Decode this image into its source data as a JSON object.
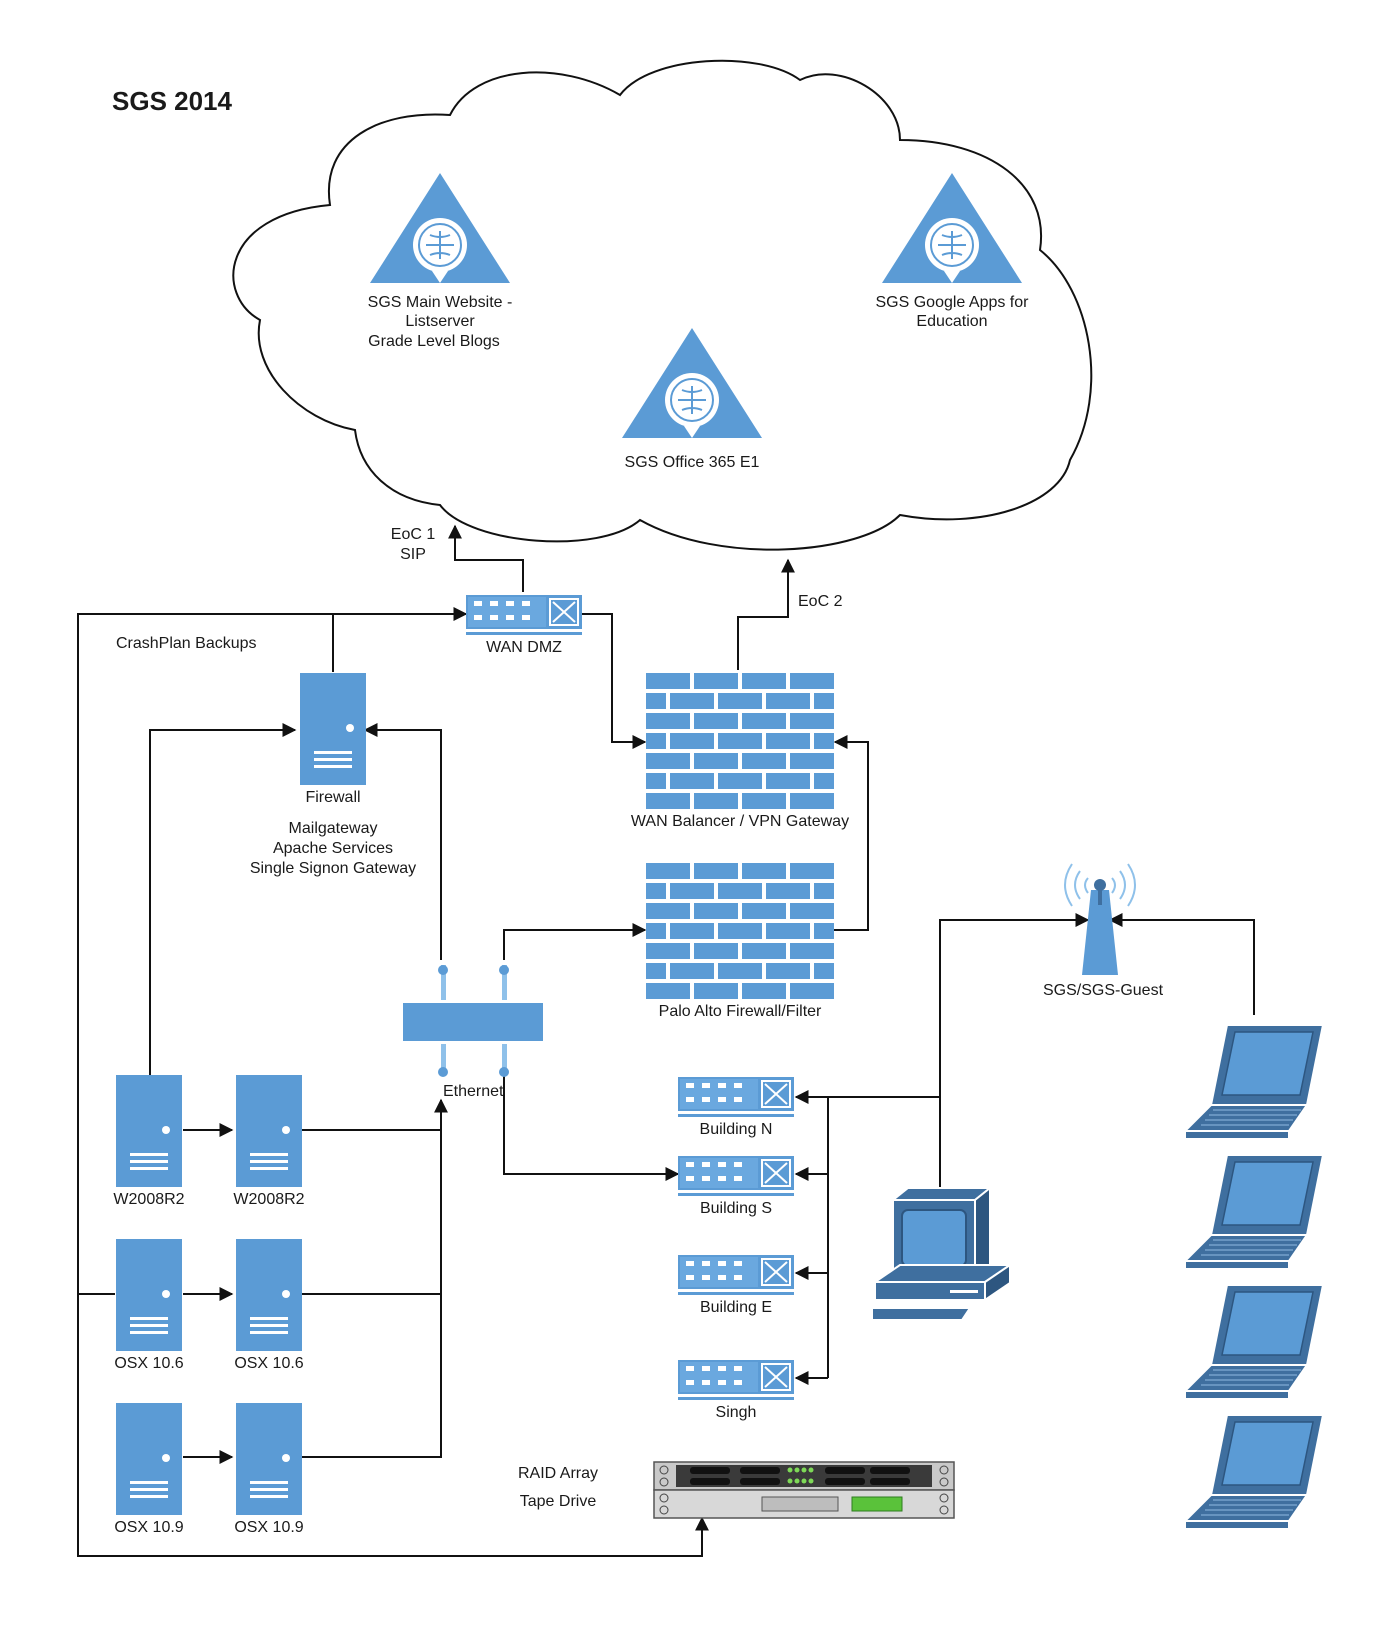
{
  "title": "SGS 2014",
  "cloud_services": [
    {
      "label_lines": [
        "SGS Main Website -",
        "Listserver",
        "Grade Level Blogs"
      ],
      "icon": "web-service-icon"
    },
    {
      "label_lines": [
        "SGS Google Apps for",
        "Education"
      ],
      "icon": "web-service-icon"
    },
    {
      "label_lines": [
        "SGS Office 365 E1"
      ],
      "icon": "web-service-icon"
    }
  ],
  "links": {
    "eoc1": [
      "EoC 1",
      "SIP"
    ],
    "eoc2": "EoC 2",
    "crashplan": "CrashPlan Backups"
  },
  "devices": {
    "wan_dmz": "WAN DMZ",
    "firewall_server": "Firewall",
    "firewall_services": [
      "Mailgateway",
      "Apache Services",
      "Single Signon Gateway"
    ],
    "wan_balancer": "WAN Balancer / VPN Gateway",
    "palo_alto": "Palo Alto Firewall/Filter",
    "ethernet": "Ethernet",
    "wifi": "SGS/SGS-Guest",
    "raid": [
      "RAID Array",
      "Tape Drive"
    ]
  },
  "servers": [
    {
      "label": "W2008R2"
    },
    {
      "label": "W2008R2"
    },
    {
      "label": "OSX 10.6"
    },
    {
      "label": "OSX 10.6"
    },
    {
      "label": "OSX 10.9"
    },
    {
      "label": "OSX 10.9"
    }
  ],
  "building_switches": [
    {
      "label": "Building N"
    },
    {
      "label": "Building S"
    },
    {
      "label": "Building E"
    },
    {
      "label": "Singh"
    }
  ],
  "colors": {
    "device_blue": "#5b9bd5",
    "device_dark": "#3f6f9f",
    "line": "#111111",
    "accent_green": "#5ac23a"
  }
}
